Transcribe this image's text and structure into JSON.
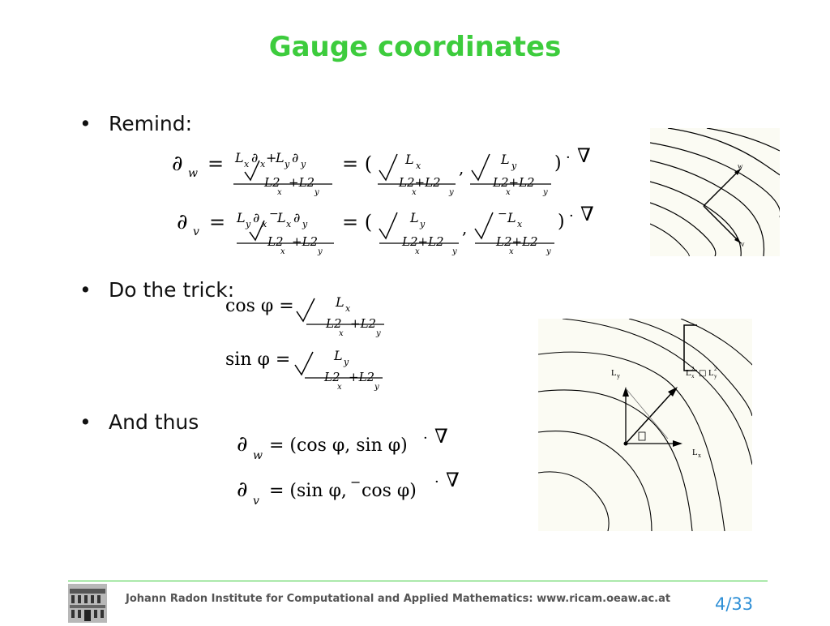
{
  "slide": {
    "title": "Gauge coordinates",
    "bullets": [
      "Remind:",
      "Do the trick:",
      "And thus"
    ],
    "bullet_symbol": "•"
  },
  "equations": {
    "dw_remind": {
      "lhs": "∂",
      "lhs_sub": "w",
      "eq": "=",
      "num": "L",
      "num_x": "x",
      "num_d": "∂",
      "num_dx": "x",
      "num_plus": "+",
      "num_Ly": "L",
      "num_y": "y",
      "num_dy": "∂",
      "num_dyy": "y",
      "den": "L2",
      "den_x": "x",
      "den_plus": "+L2",
      "den_y": "y",
      "rhs_open": "= (",
      "c1_num": "L",
      "c1_sub": "x",
      "comma": ",",
      "c2_num": "L",
      "c2_sub": "y",
      "close": ")",
      "dot": "·",
      "nabla": "∇"
    },
    "dv_remind": {
      "lhs": "∂",
      "lhs_sub": "v",
      "eq": "=",
      "num_a": "L",
      "num_a_sub": "y",
      "num_d": "∂",
      "num_dx": "x",
      "minus": "−",
      "num_b": "L",
      "num_b_sub": "x",
      "num_dy": "∂",
      "num_dyy": "y",
      "den": "L2",
      "den_x": "x",
      "den_plus": "+L2",
      "den_y": "y",
      "rhs_open": "= (",
      "c1_num": "L",
      "c1_sub": "y",
      "comma": ",",
      "c2_minus": "−",
      "c2_num": "L",
      "c2_sub": "x",
      "close": ")",
      "dot": "·",
      "nabla": "∇"
    },
    "cos": {
      "lhs": "cos φ =",
      "num": "L",
      "num_sub": "x",
      "den": "L2",
      "den_x": "x",
      "den_plus": "+L2",
      "den_y": "y"
    },
    "sin": {
      "lhs": "sin φ =",
      "num": "L",
      "num_sub": "y",
      "den": "L2",
      "den_x": "x",
      "den_plus": "+L2",
      "den_y": "y"
    },
    "dw_thus": {
      "lhs": "∂",
      "lhs_sub": "w",
      "rhs": "= (cos φ, sin φ)",
      "dot": "·",
      "nabla": "∇"
    },
    "dv_thus": {
      "lhs": "∂",
      "lhs_sub": "v",
      "rhs_a": "= (sin φ,",
      "minus": "−",
      "rhs_b": "cos φ)",
      "dot": "·",
      "nabla": "∇"
    }
  },
  "figure_top": {
    "label_w": "w",
    "label_v": "v"
  },
  "figure_bottom": {
    "label_Ly": "L",
    "label_Ly_sub": "y",
    "label_Lx": "L",
    "label_Lx_sub": "x",
    "label_mag": "L",
    "label_mag_sup": "2",
    "label_mag_sub": "x",
    "label_mag_box": "□",
    "label_mag_L": "L",
    "label_mag_sup2": "2",
    "label_mag_sub2": "y",
    "label_box": "□"
  },
  "footer": {
    "institute": "Johann Radon Institute for Computational and Applied Mathematics: www.ricam.oeaw.ac.at",
    "page": "4/33"
  }
}
